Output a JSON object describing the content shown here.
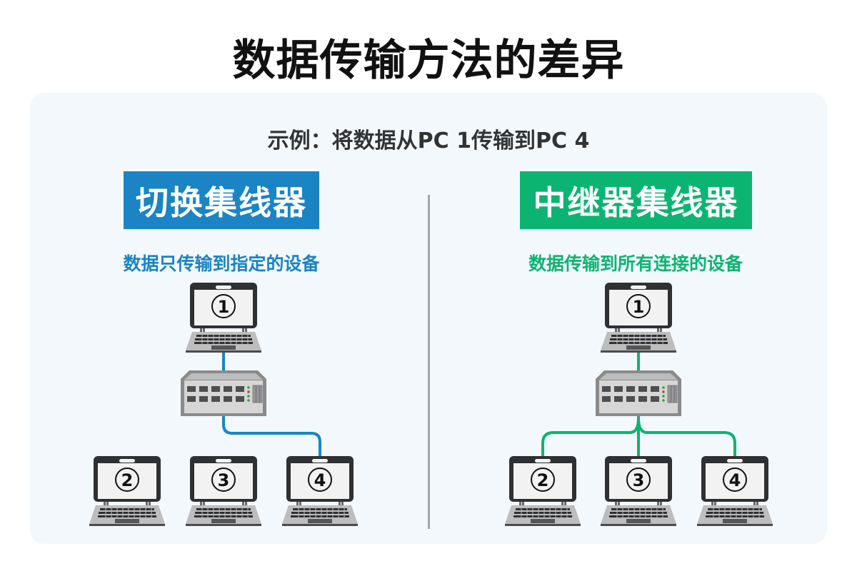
{
  "title": "数据传输方法的差异",
  "example": "示例：将数据从PC 1传输到PC 4",
  "colors": {
    "switch": "#1a84c5",
    "repeater": "#0bb571",
    "panel_bg": "#f3f8fd",
    "divider": "#a3a5a7"
  },
  "switch_hub": {
    "label": "切换集线器",
    "description": "数据只传输到指定的设备",
    "source_pc": "1",
    "target_pcs": [
      "2",
      "3",
      "4"
    ],
    "connected_pcs": [
      "4"
    ]
  },
  "repeater_hub": {
    "label": "中继器集线器",
    "description": "数据传输到所有连接的设备",
    "source_pc": "1",
    "target_pcs": [
      "2",
      "3",
      "4"
    ],
    "connected_pcs": [
      "2",
      "3",
      "4"
    ]
  },
  "icons": {
    "laptop": "laptop-icon",
    "hub": "network-hub-icon"
  }
}
